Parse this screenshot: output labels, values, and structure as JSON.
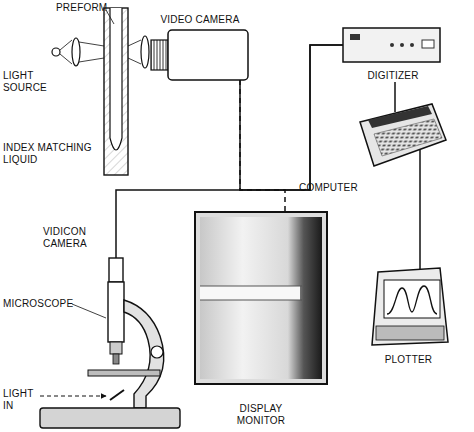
{
  "diagram": {
    "nodes": [
      {
        "text": [
          "VIDEO CAMERA"
        ]
      },
      {
        "text": [
          "DIGITIZER"
        ]
      },
      {
        "text": [
          "COMPUTER"
        ]
      },
      {
        "text": [
          "VIDICON CAMERA"
        ]
      },
      {
        "text": [
          "DISPLAY MONITOR"
        ]
      },
      {
        "text": [
          "PLOTTER"
        ]
      }
    ],
    "edges": [
      {
        "from": 0,
        "to": 1,
        "arrow": "none"
      },
      {
        "from": 3,
        "to": 1,
        "arrow": "none"
      },
      {
        "from": 1,
        "to": 2,
        "arrow": "none"
      },
      {
        "from": 2,
        "to": 5,
        "arrow": "none"
      },
      {
        "from": 0,
        "to": 4,
        "arrow": "none"
      }
    ],
    "labels": [
      "PREFORM",
      "LIGHT SOURCE",
      "INDEX MATCHING LIQUID",
      "MICROSCOPE",
      "LIGHT IN"
    ]
  }
}
